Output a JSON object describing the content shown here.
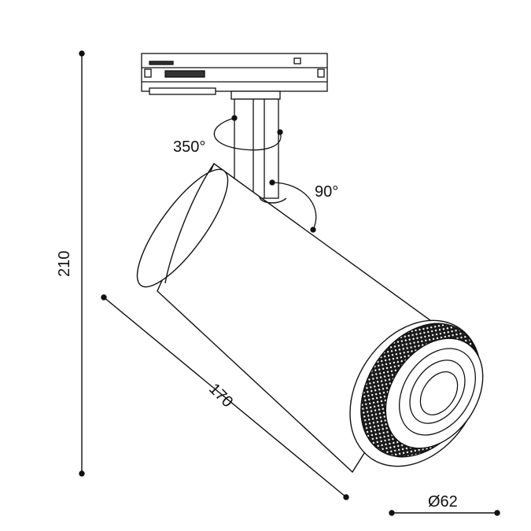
{
  "dimensions": {
    "height": "210",
    "length": "170",
    "diameter": "Ø62",
    "rotation": "350°",
    "tilt": "90°"
  },
  "colors": {
    "line": "#111111",
    "background": "#ffffff",
    "knurl": "#1a1a1a"
  }
}
